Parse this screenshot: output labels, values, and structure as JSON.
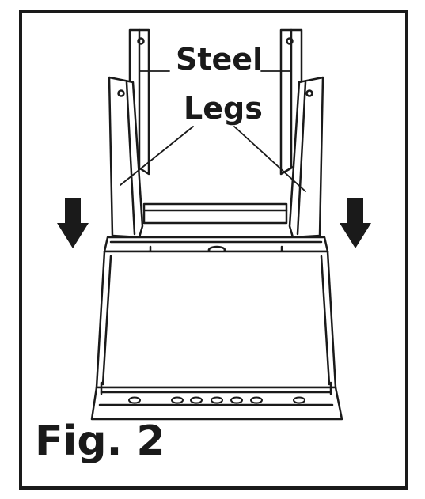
{
  "figure": {
    "caption": "Fig. 2",
    "label_line1": "Steel",
    "label_line2": "Legs"
  },
  "icons": [
    "down-arrow-icon",
    "down-arrow-icon"
  ],
  "colors": {
    "ink": "#1a1a1a",
    "background": "#ffffff"
  }
}
